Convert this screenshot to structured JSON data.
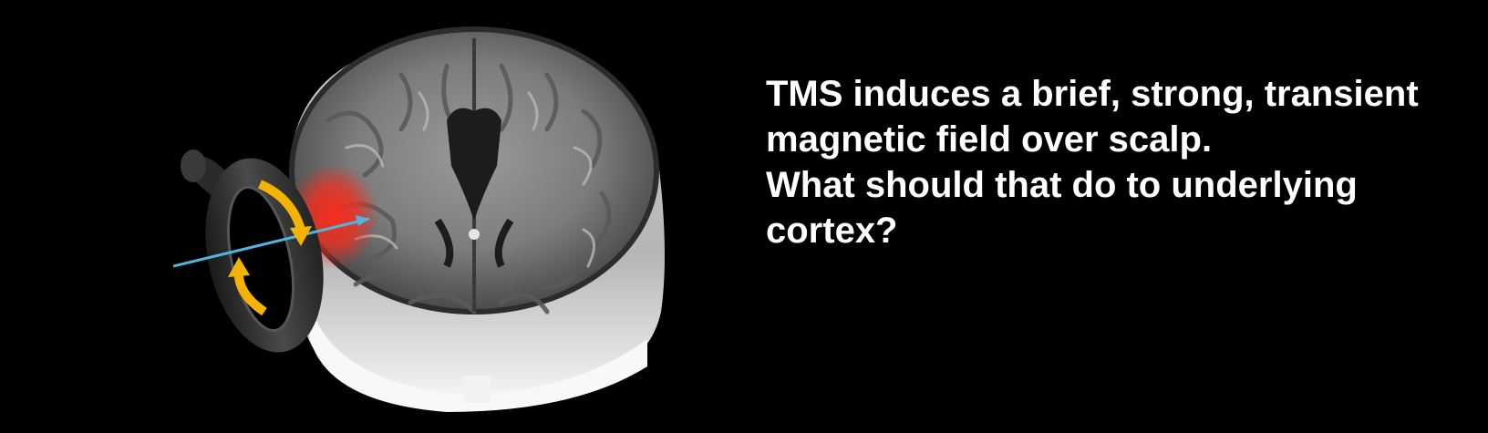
{
  "caption": {
    "lines": [
      "TMS induces a brief, strong, transient",
      "magnetic field over scalp.",
      "What should that do to underlying",
      "cortex?"
    ]
  },
  "colors": {
    "background": "#000000",
    "text": "#ffffff",
    "arrow": "#f5b301",
    "field_line": "#4fb6e0",
    "stimulation": "#ff2a1a"
  },
  "icons": {
    "figure": "brain-mri-icon",
    "coil": "tms-coil-icon"
  }
}
